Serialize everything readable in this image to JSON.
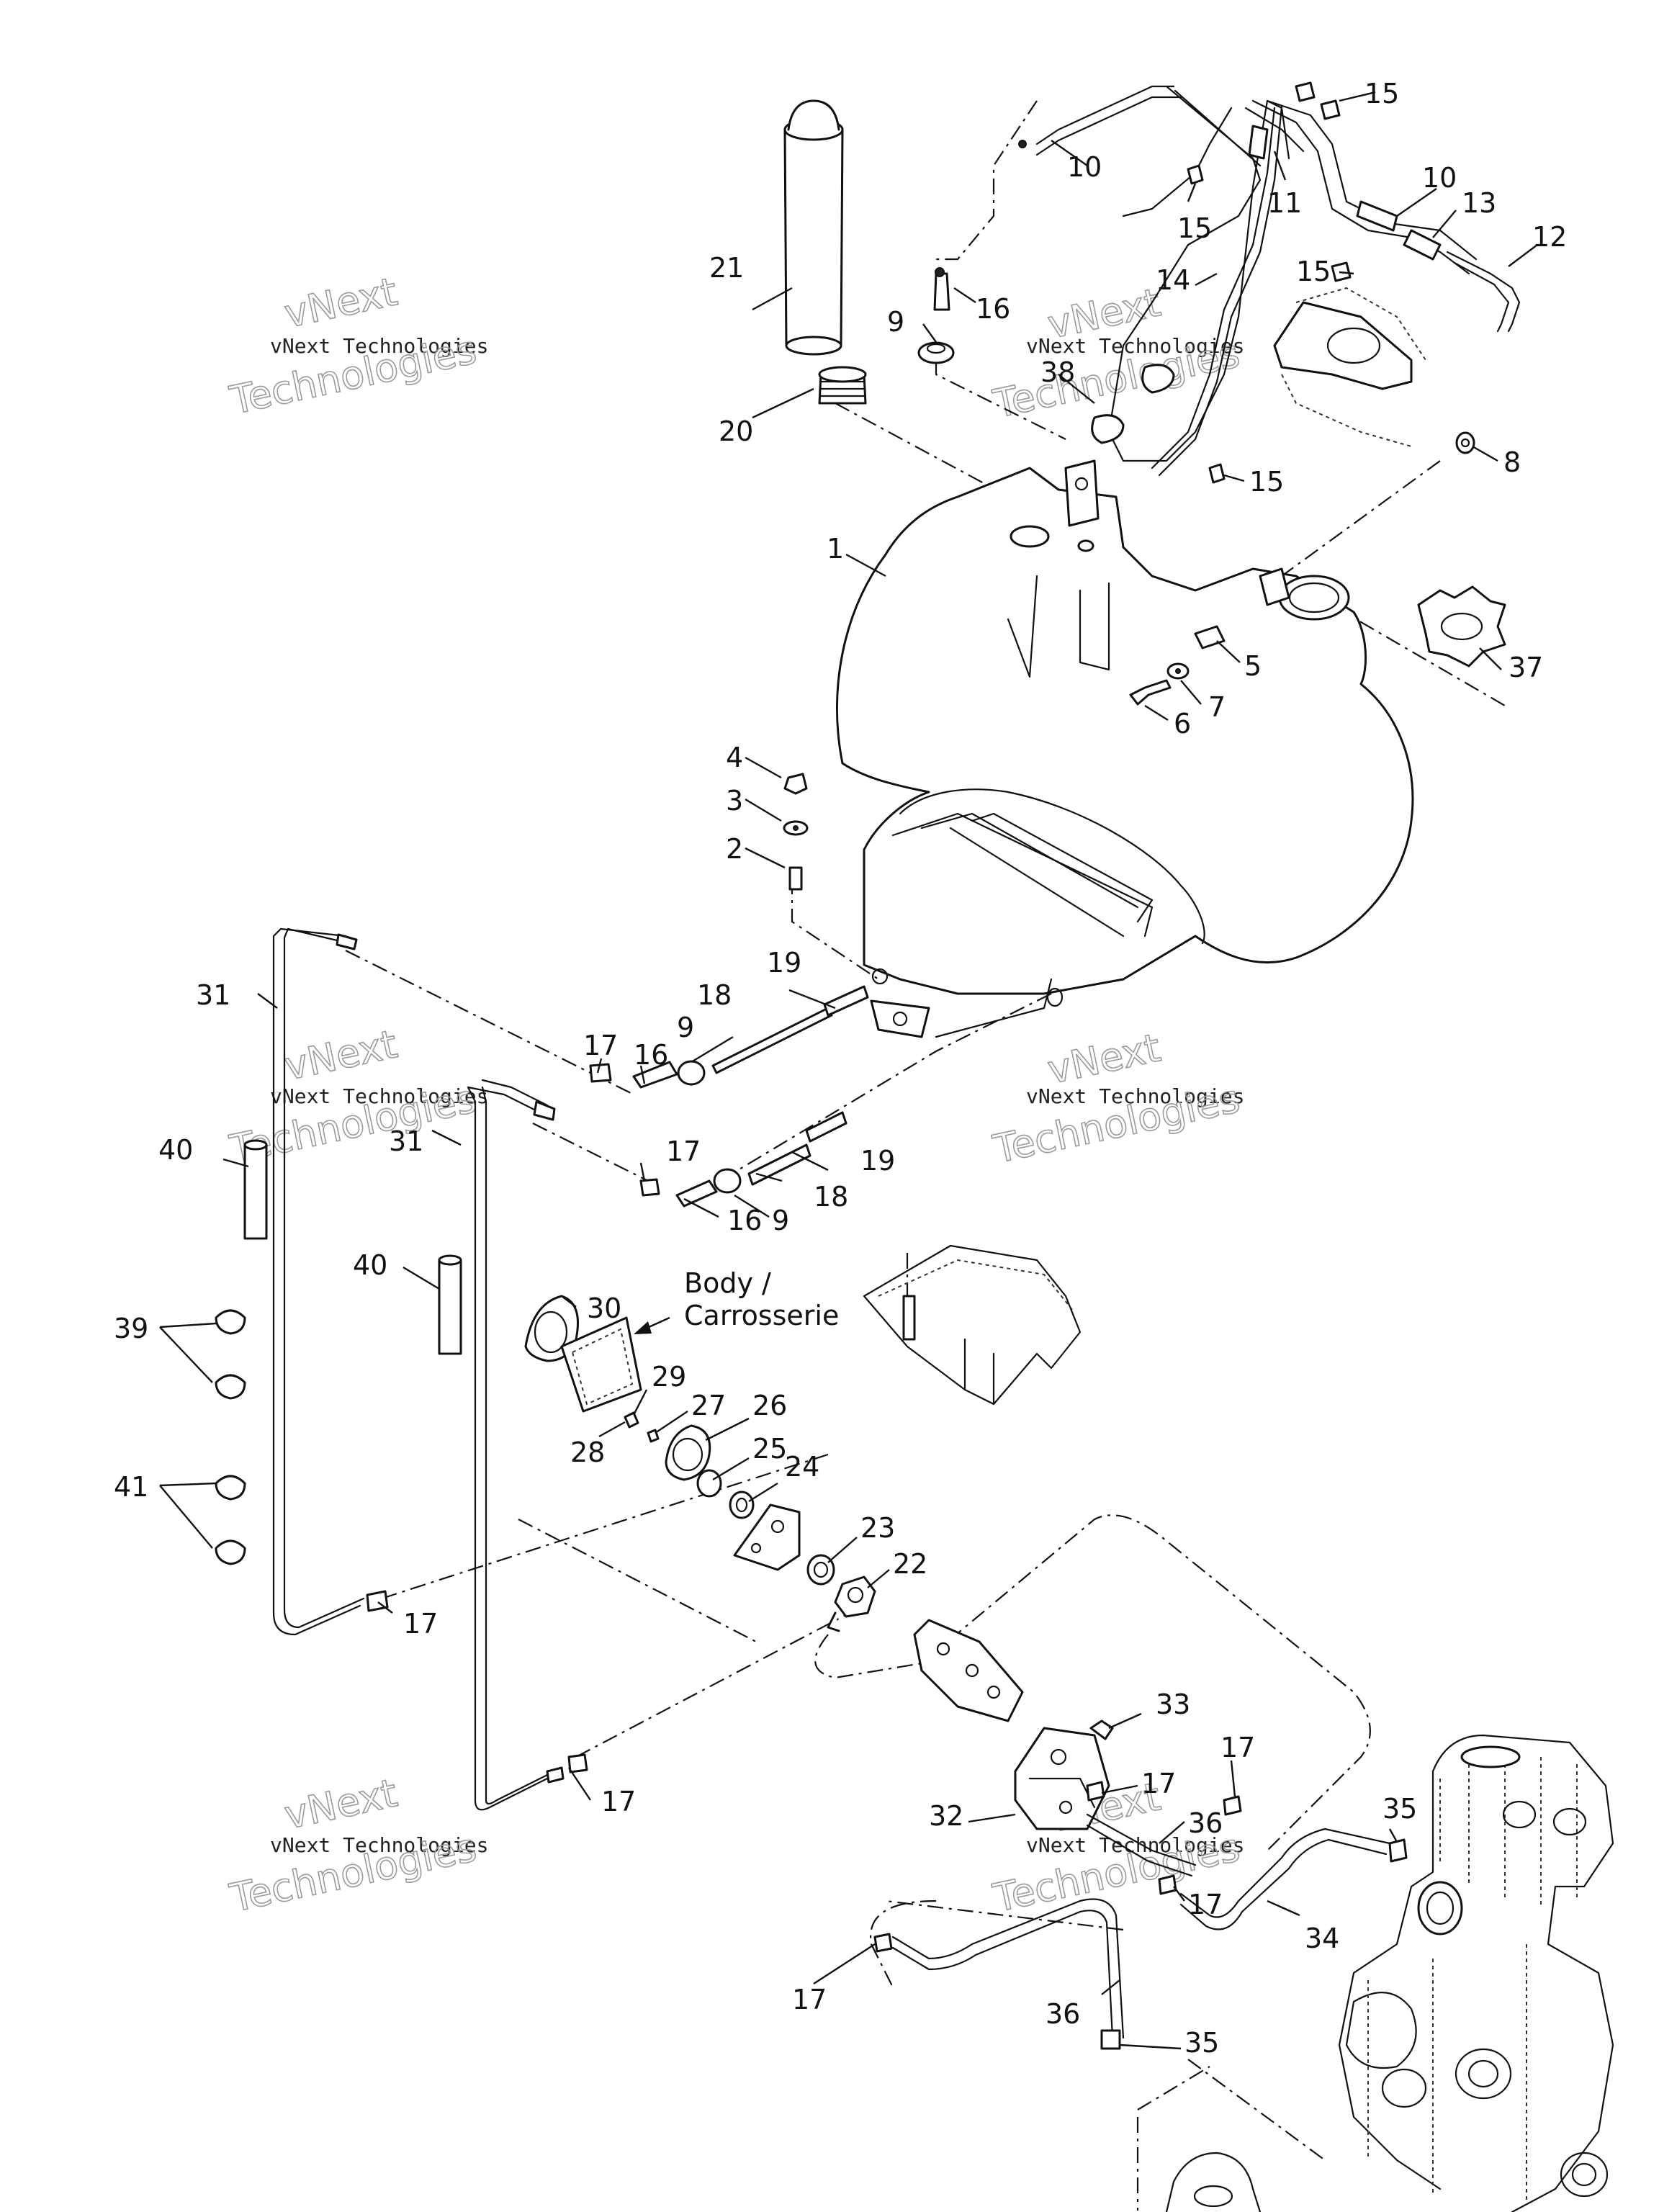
{
  "diagram": {
    "callouts": [
      "1",
      "2",
      "3",
      "4",
      "5",
      "6",
      "7",
      "8",
      "9",
      "10",
      "11",
      "12",
      "13",
      "14",
      "15",
      "16",
      "17",
      "18",
      "19",
      "20",
      "21",
      "22",
      "23",
      "24",
      "25",
      "26",
      "27",
      "28",
      "29",
      "30",
      "31",
      "32",
      "33",
      "34",
      "35",
      "36",
      "37",
      "38",
      "39",
      "40",
      "41"
    ],
    "body_label_line1": "Body /",
    "body_label_line2": "Carrosserie",
    "watermark_small": "vNext Technologies",
    "watermark_big_line1": "vNext",
    "watermark_big_line2": "Technologies"
  }
}
